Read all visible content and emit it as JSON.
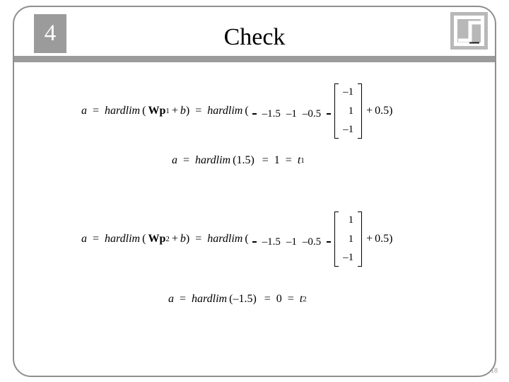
{
  "header": {
    "slide_number": "4",
    "title": "Check"
  },
  "footer": {
    "page_number": "18"
  },
  "colors": {
    "accent_gray": "#9b9b9b",
    "logo_gray": "#b8b8b8",
    "border_gray": "#8f8f8f",
    "text": "#000000"
  },
  "icons": {
    "logo": "hardlim-step-icon"
  },
  "equations": {
    "line1": {
      "a": "a",
      "eq1": "=",
      "fn1": "hardlim",
      "open1": "(",
      "W": "W",
      "p": "p",
      "psub": "1",
      "plus": "+",
      "b": "b",
      "close1": ")",
      "eq2": "=",
      "fn2": "hardlim",
      "open2": "(",
      "row_vector": [
        "–1.5",
        "–1",
        "–0.5"
      ],
      "col_vector": [
        "–1",
        "1",
        "–1"
      ],
      "plus2": "+",
      "tail": "0.5)"
    },
    "line2": {
      "a": "a",
      "eq1": "=",
      "fn": "hardlim",
      "arg": "(1.5)",
      "eq2": "=",
      "value": "1",
      "eq3": "=",
      "t": "t",
      "tsub": "1"
    },
    "line3": {
      "a": "a",
      "eq1": "=",
      "fn1": "hardlim",
      "open1": "(",
      "W": "W",
      "p": "p",
      "psub": "2",
      "plus": "+",
      "b": "b",
      "close1": ")",
      "eq2": "=",
      "fn2": "hardlim",
      "open2": "(",
      "row_vector": [
        "–1.5",
        "–1",
        "–0.5"
      ],
      "col_vector": [
        "1",
        "1",
        "–1"
      ],
      "plus2": "+",
      "tail": "0.5)"
    },
    "line4": {
      "a": "a",
      "eq1": "=",
      "fn": "hardlim",
      "arg": "(–1.5)",
      "eq2": "=",
      "value": "0",
      "eq3": "=",
      "t": "t",
      "tsub": "2"
    }
  }
}
